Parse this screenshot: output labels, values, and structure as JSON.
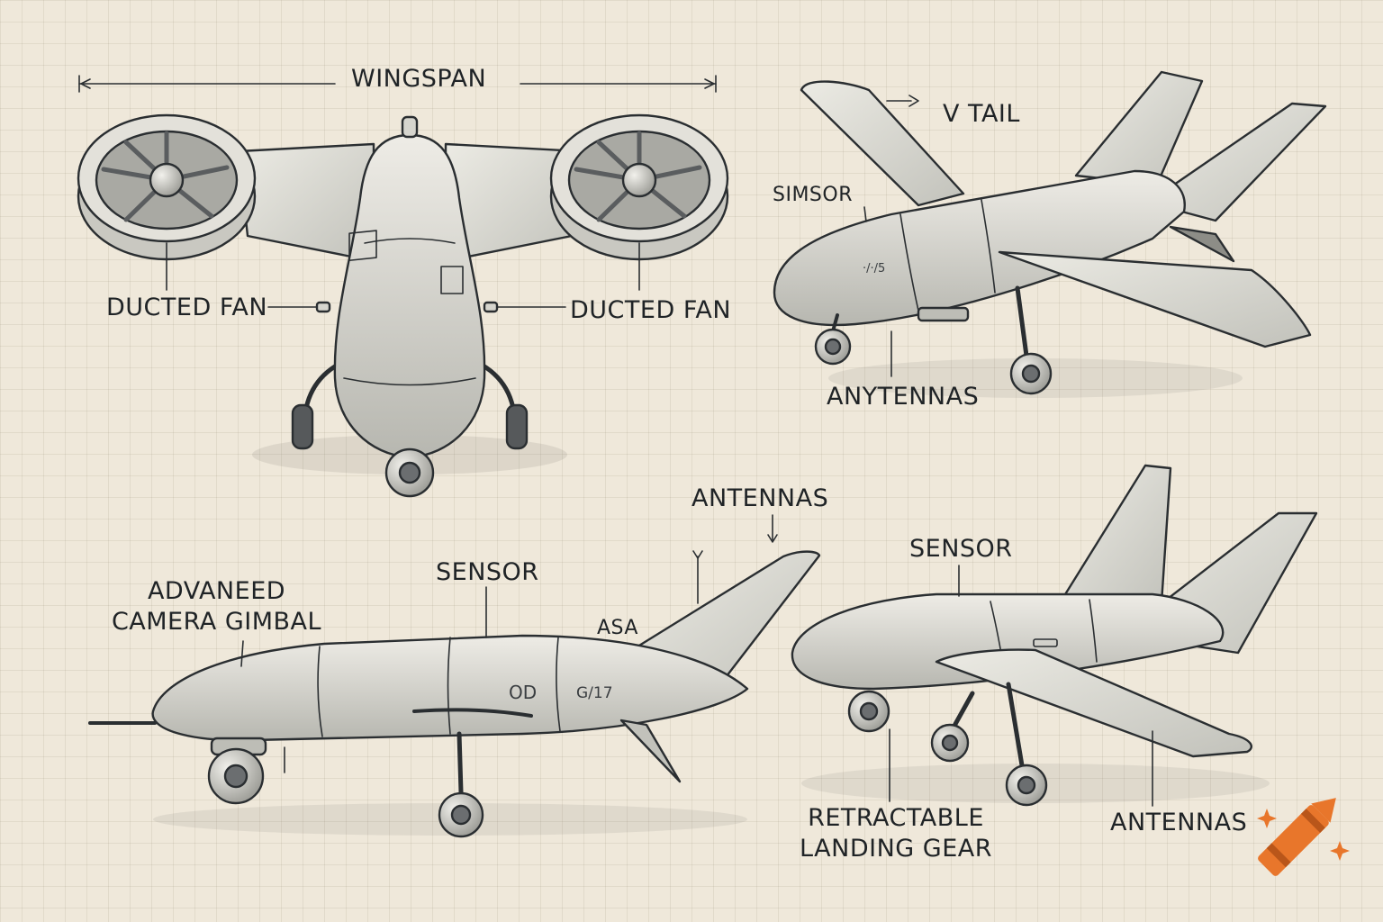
{
  "labels": {
    "wingspan": "WINGSPAN",
    "ducted_fan_left": "DUCTED FAN",
    "ducted_fan_right": "DUCTED FAN",
    "v_tail": "V TAIL",
    "simsor": "SIMSOR",
    "anytennas": "ANYTENNAS",
    "antennas_top": "ANTENNAS",
    "advanced_camera_line1": "ADVANEED",
    "advanced_camera_line2": "CAMERA GIMBAL",
    "sensor_side": "SENSOR",
    "asa": "ASA",
    "sensor_right": "SENSOR",
    "retractable_line1": "RETRACTABLE",
    "retractable_line2": "LANDING GEAR",
    "antennas_right": "ANTENNAS"
  },
  "markings": {
    "side_panel_a": "OD",
    "side_panel_b": "G/17",
    "iso_panel": "·/·/5"
  },
  "colors": {
    "ink": "#2a2e31",
    "body_fill": "#dcdad2",
    "shade": "#b9b9b2",
    "paper": "#efe8da",
    "logo_orange": "#e8762b"
  },
  "icons": {
    "logo": "crayon-icon"
  }
}
